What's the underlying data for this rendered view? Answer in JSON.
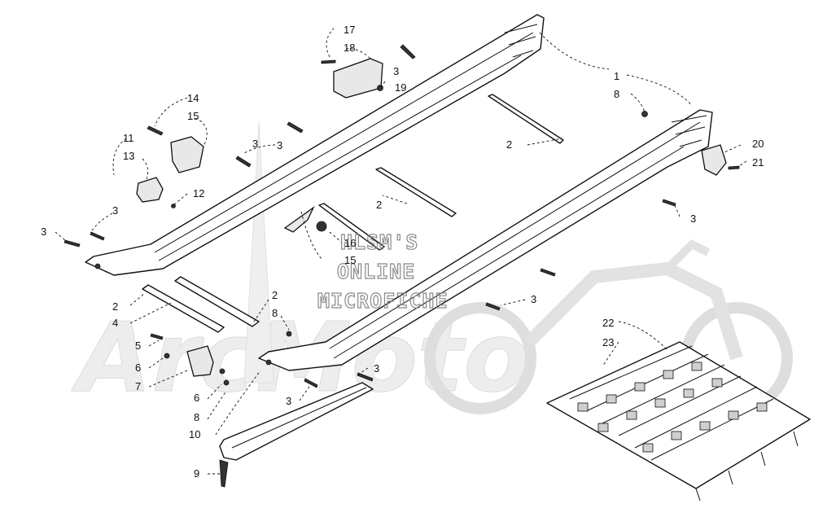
{
  "watermark": {
    "line1": "HLSM'S",
    "line2": "ONLINE",
    "line3": "MICROFICHE",
    "logo": "ArcMoto"
  },
  "callouts": [
    {
      "id": "c1",
      "text": "1"
    },
    {
      "id": "c2a",
      "text": "2"
    },
    {
      "id": "c2b",
      "text": "2"
    },
    {
      "id": "c2c",
      "text": "2"
    },
    {
      "id": "c2d",
      "text": "2"
    },
    {
      "id": "c3a",
      "text": "3"
    },
    {
      "id": "c3b",
      "text": "3"
    },
    {
      "id": "c3c",
      "text": "3"
    },
    {
      "id": "c3d",
      "text": "3"
    },
    {
      "id": "c3e",
      "text": "3"
    },
    {
      "id": "c3f",
      "text": "3"
    },
    {
      "id": "c3g",
      "text": "3"
    },
    {
      "id": "c3h",
      "text": "3"
    },
    {
      "id": "c3i",
      "text": "3"
    },
    {
      "id": "c4",
      "text": "4"
    },
    {
      "id": "c5",
      "text": "5"
    },
    {
      "id": "c6a",
      "text": "6"
    },
    {
      "id": "c6b",
      "text": "6"
    },
    {
      "id": "c7",
      "text": "7"
    },
    {
      "id": "c8a",
      "text": "8"
    },
    {
      "id": "c8b",
      "text": "8"
    },
    {
      "id": "c8c",
      "text": "8"
    },
    {
      "id": "c9",
      "text": "9"
    },
    {
      "id": "c10",
      "text": "10"
    },
    {
      "id": "c11",
      "text": "11"
    },
    {
      "id": "c12",
      "text": "12"
    },
    {
      "id": "c13",
      "text": "13"
    },
    {
      "id": "c14",
      "text": "14"
    },
    {
      "id": "c15a",
      "text": "15"
    },
    {
      "id": "c15b",
      "text": "15"
    },
    {
      "id": "c16",
      "text": "16"
    },
    {
      "id": "c17",
      "text": "17"
    },
    {
      "id": "c18",
      "text": "18"
    },
    {
      "id": "c19",
      "text": "19"
    },
    {
      "id": "c20",
      "text": "20"
    },
    {
      "id": "c21",
      "text": "21"
    },
    {
      "id": "c22",
      "text": "22"
    },
    {
      "id": "c23",
      "text": "23"
    }
  ]
}
